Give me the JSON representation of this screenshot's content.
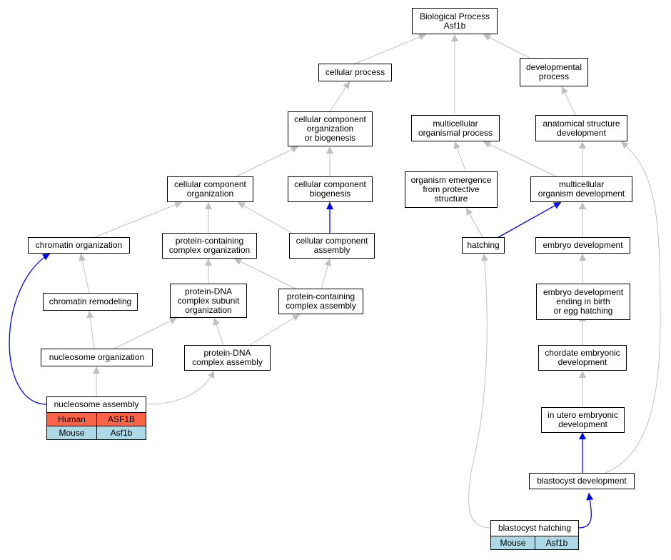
{
  "colors": {
    "edge": "#c0c0c0",
    "highlight": "#0000ff",
    "human": "#ff6347",
    "mouse": "#add8e6"
  },
  "nodes": {
    "bp": "Biological Process\nAsf1b",
    "cellular_process": "cellular process",
    "developmental_process": "developmental\nprocess",
    "ccob": "cellular component\norganization\nor biogenesis",
    "multicellular_organismal_process": "multicellular\norganismal process",
    "anatomical_structure_development": "anatomical structure\ndevelopment",
    "cc_organization": "cellular component\norganization",
    "cc_biogenesis": "cellular component\nbiogenesis",
    "organism_emergence": "organism emergence\nfrom protective\nstructure",
    "multicellular_organism_development": "multicellular\norganism development",
    "chromatin_organization": "chromatin organization",
    "pc_complex_organization": "protein-containing\ncomplex organization",
    "cc_assembly": "cellular component\nassembly",
    "hatching": "hatching",
    "embryo_development": "embryo development",
    "chromatin_remodeling": "chromatin remodeling",
    "pdna_subunit_organization": "protein-DNA\ncomplex subunit\norganization",
    "pc_complex_assembly": "protein-containing\ncomplex assembly",
    "embryo_dev_birth": "embryo development\nending in birth\nor egg hatching",
    "nucleosome_organization": "nucleosome organization",
    "pdna_complex_assembly": "protein-DNA\ncomplex assembly",
    "chordate_embryonic": "chordate embryonic\ndevelopment",
    "nucleosome_assembly": "nucleosome assembly",
    "in_utero": "in utero embryonic\ndevelopment",
    "blastocyst_development": "blastocyst development",
    "blastocyst_hatching": "blastocyst hatching"
  },
  "annotations": {
    "nucleosome_assembly": [
      {
        "species": "Human",
        "gene": "ASF1B"
      },
      {
        "species": "Mouse",
        "gene": "Asf1b"
      }
    ],
    "blastocyst_hatching": [
      {
        "species": "Mouse",
        "gene": "Asf1b"
      }
    ]
  }
}
